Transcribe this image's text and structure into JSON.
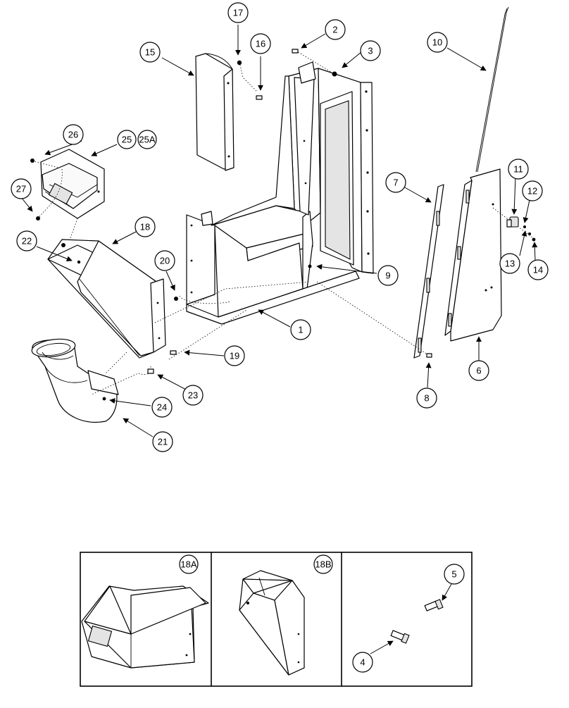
{
  "callouts": {
    "c1": "1",
    "c2": "2",
    "c3": "3",
    "c4": "4",
    "c5": "5",
    "c6": "6",
    "c7": "7",
    "c8": "8",
    "c9": "9",
    "c10": "10",
    "c11": "11",
    "c12": "12",
    "c13": "13",
    "c14": "14",
    "c15": "15",
    "c16": "16",
    "c17": "17",
    "c18": "18",
    "c19": "19",
    "c20": "20",
    "c21": "21",
    "c22": "22",
    "c23": "23",
    "c24": "24",
    "c25": "25",
    "c25a": "25A",
    "c26": "26",
    "c27": "27"
  },
  "detail_panels": {
    "panel_18a": "18A",
    "panel_18b": "18B"
  }
}
